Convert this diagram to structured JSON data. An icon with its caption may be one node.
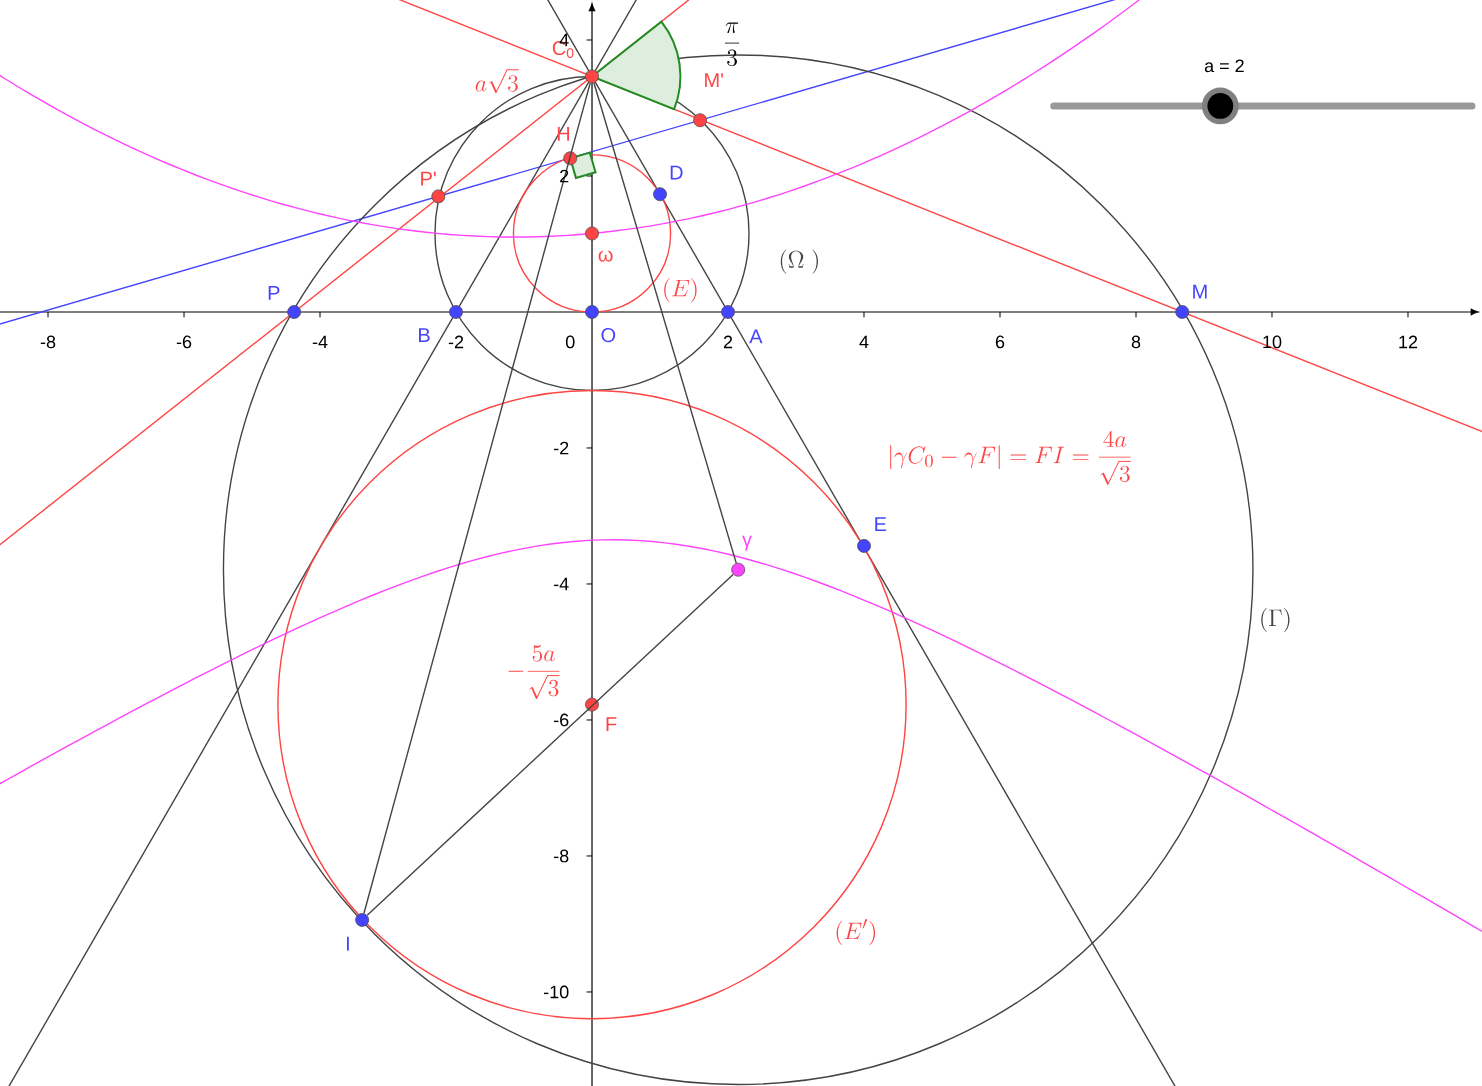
{
  "diagram": {
    "nodes": [
      {
        "text": [],
        "shape": "circle",
        "beside": [
          "C$_{0}$"
        ]
      },
      {
        "text": [],
        "shape": "circle",
        "beside": [
          "M'"
        ]
      },
      {
        "text": [],
        "shape": "circle",
        "beside": [
          "H"
        ]
      },
      {
        "text": [],
        "shape": "circle",
        "beside": [
          "P'"
        ]
      },
      {
        "text": [],
        "shape": "circle",
        "beside": [
          "D"
        ]
      },
      {
        "text": [],
        "shape": "circle",
        "beside": [
          "ω"
        ]
      },
      {
        "text": [],
        "shape": "circle",
        "beside": [
          "P"
        ]
      },
      {
        "text": [],
        "shape": "circle",
        "beside": [
          "B"
        ]
      },
      {
        "text": [],
        "shape": "circle",
        "beside": [
          "O"
        ]
      },
      {
        "text": [],
        "shape": "circle",
        "beside": [
          "A"
        ]
      },
      {
        "text": [],
        "shape": "circle",
        "beside": [
          "M"
        ]
      },
      {
        "text": [],
        "shape": "circle",
        "beside": [
          "E"
        ]
      },
      {
        "text": [],
        "shape": "circle",
        "beside": [
          "γ"
        ]
      },
      {
        "text": [],
        "shape": "circle",
        "beside": [
          "F"
        ]
      },
      {
        "text": [],
        "shape": "circle",
        "beside": [
          "I"
        ]
      }
    ],
    "edges": [
      {
        "from": 0,
        "to": 14,
        "arrow": "none"
      },
      {
        "from": 0,
        "to": 12,
        "arrow": "none"
      },
      {
        "from": 14,
        "to": 12,
        "arrow": "none"
      }
    ],
    "labels": [
      "\\frac{\\pi}{3}",
      "4",
      "a = 2",
      "a\\sqrt{3}",
      "2",
      "(\\Omega\\;)",
      "(E)",
      "-8",
      "-6",
      "-4",
      "-2",
      "0",
      "2",
      "4",
      "6",
      "8",
      "10",
      "12",
      "-2",
      "|\\gamma C_0-\\gamma F|=FI=\\frac{4a}{\\sqrt{3}}",
      "-4",
      "(\\Gamma)",
      "-\\frac{5a}{\\sqrt{3}}",
      "-6",
      "-8",
      "(E')",
      "-10"
    ]
  }
}
